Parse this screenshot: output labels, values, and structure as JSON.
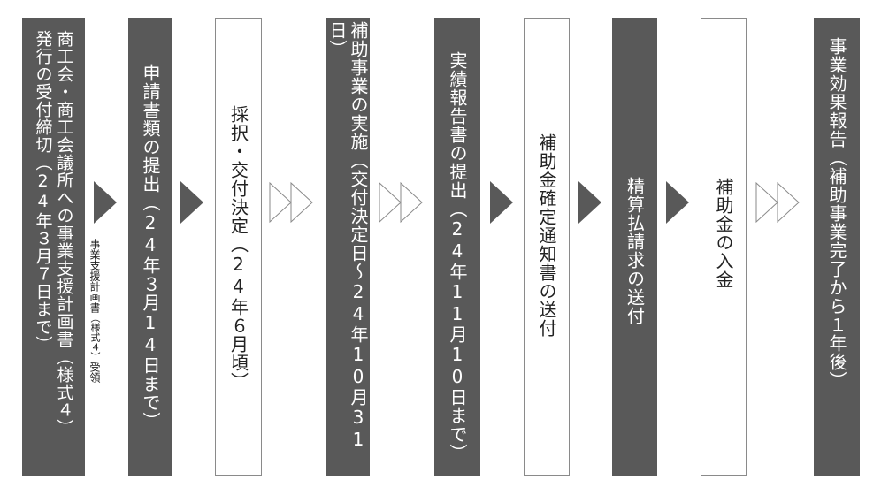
{
  "colors": {
    "dark_box": "#595959",
    "light_border": "#8a8a8a",
    "arrow_fill": "#595959"
  },
  "steps": [
    {
      "lines": [
        "商工会・商工会議所への事業支援計画書（様式４）",
        "発行の受付締切（24年３月７日まで）"
      ],
      "style": "dark"
    },
    {
      "lines": [
        "申請書類の提出（24年３月14日まで）"
      ],
      "style": "dark"
    },
    {
      "lines": [
        "採択・交付決定（24年６月頃）"
      ],
      "style": "light"
    },
    {
      "lines": [
        "補助事業の実施（交付決定日～24年10月31日）"
      ],
      "style": "dark"
    },
    {
      "lines": [
        "実績報告書の提出（24年11月10日まで）"
      ],
      "style": "dark"
    },
    {
      "lines": [
        "補助金確定通知書の送付"
      ],
      "style": "light"
    },
    {
      "lines": [
        "精算払請求の送付"
      ],
      "style": "dark"
    },
    {
      "lines": [
        "補助金の入金"
      ],
      "style": "light"
    },
    {
      "lines": [
        "事業効果報告（補助事業完了から１年後）"
      ],
      "style": "dark"
    }
  ],
  "note": {
    "main": "事業支援計画書",
    "paren": "（様式４）",
    "tail": "受領"
  },
  "connectors": [
    "solid-arrow",
    "solid-arrow",
    "outline-double-chevron",
    "outline-double-chevron",
    "solid-arrow",
    "solid-arrow",
    "solid-arrow",
    "outline-double-chevron"
  ]
}
